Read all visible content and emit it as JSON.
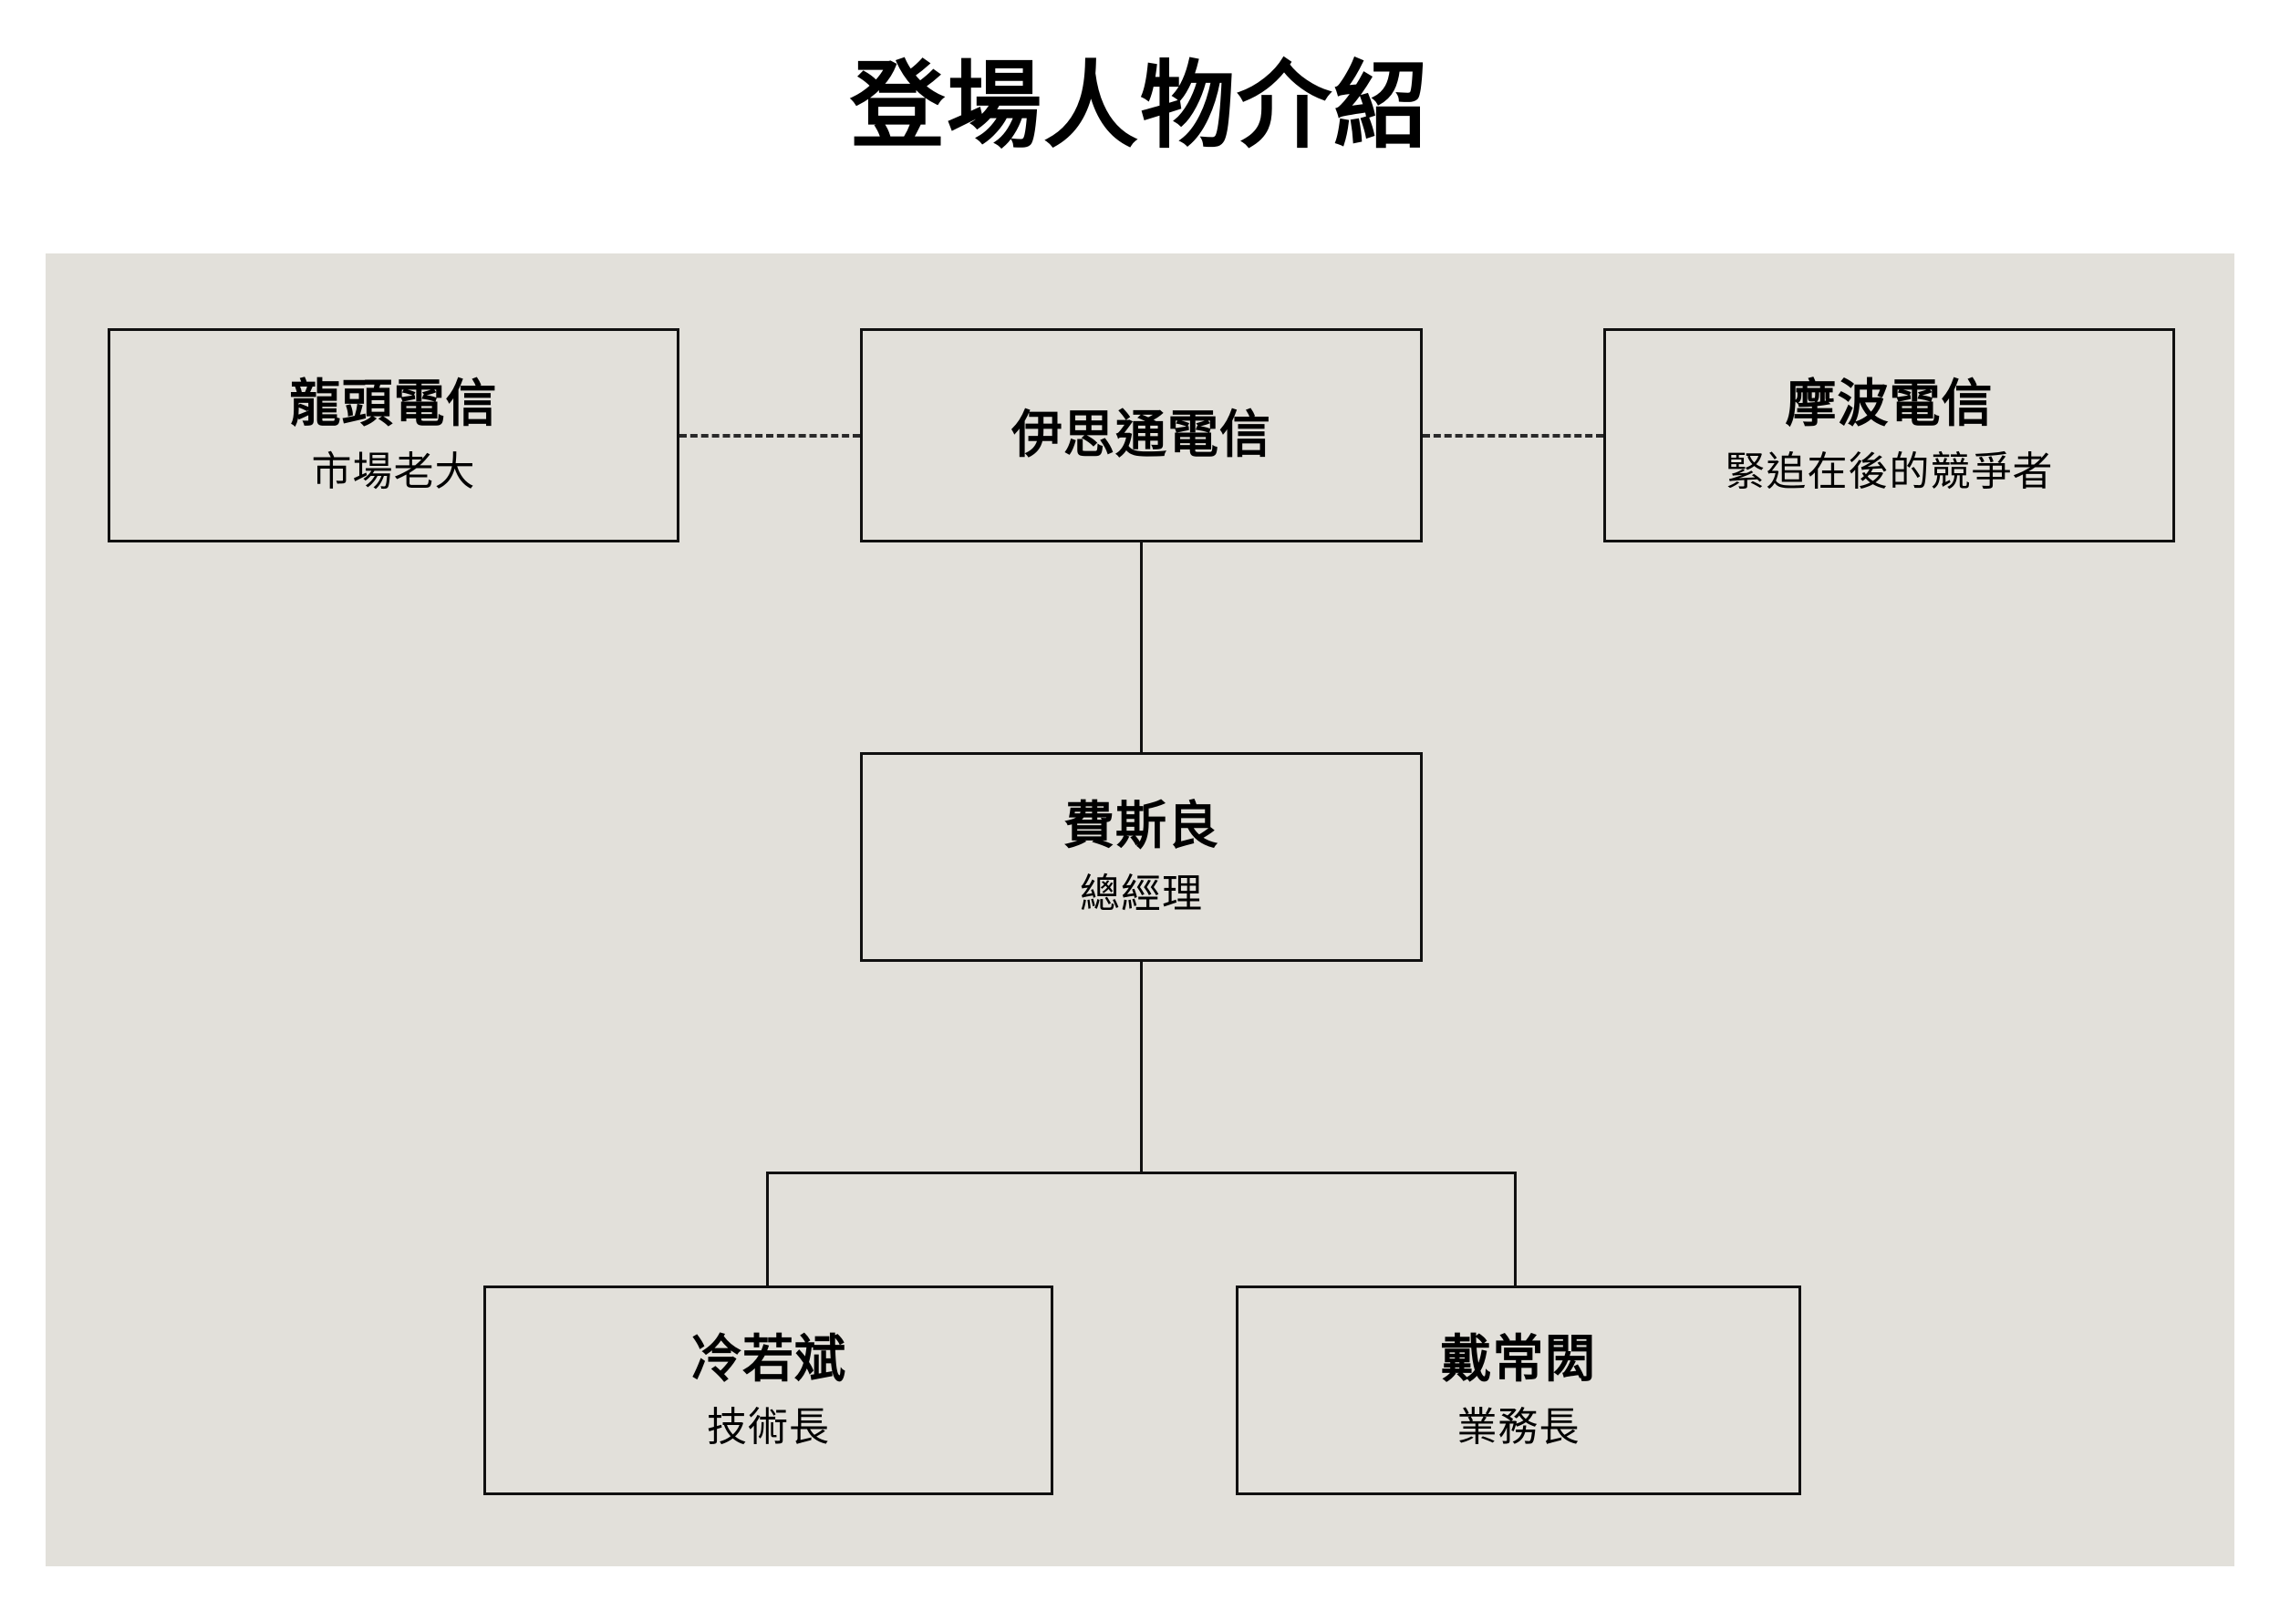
{
  "page": {
    "title": "登場人物介紹",
    "background_color": "#ffffff",
    "panel_color": "#e2e0da",
    "line_color": "#101010",
    "text_color": "#000000"
  },
  "diagram": {
    "type": "org-chart",
    "nodes": [
      {
        "id": "leader",
        "name": "龍頭電信",
        "role": "市場老大",
        "tier": "top"
      },
      {
        "id": "center",
        "name": "伊思通電信",
        "role": "",
        "tier": "top"
      },
      {
        "id": "rival",
        "name": "摩波電信",
        "role": "緊追在後的競爭者",
        "tier": "top"
      },
      {
        "id": "gm",
        "name": "費斯良",
        "role": "總經理",
        "tier": "middle"
      },
      {
        "id": "cto",
        "name": "冷若斌",
        "role": "技術長",
        "tier": "bottom"
      },
      {
        "id": "cso",
        "name": "戴常閎",
        "role": "業務長",
        "tier": "bottom"
      }
    ],
    "edges": [
      {
        "from": "leader",
        "to": "center",
        "style": "dashed"
      },
      {
        "from": "center",
        "to": "rival",
        "style": "dashed"
      },
      {
        "from": "center",
        "to": "gm",
        "style": "solid"
      },
      {
        "from": "gm",
        "to": "cto",
        "style": "solid"
      },
      {
        "from": "gm",
        "to": "cso",
        "style": "solid"
      }
    ]
  }
}
